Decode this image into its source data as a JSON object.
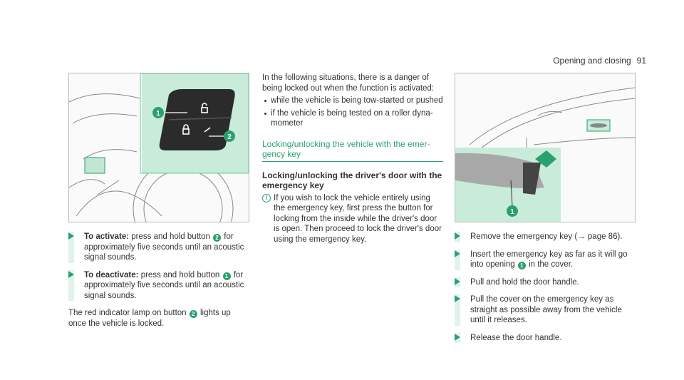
{
  "header": {
    "title": "Opening and closing",
    "page": "91"
  },
  "col1": {
    "bullets": [
      {
        "lead": "To activate:",
        "text_a": "press and hold button ",
        "badge": "2",
        "text_b": "for approximately five seconds until an acoustic signal sounds."
      },
      {
        "lead": "To deactivate:",
        "text_a": "press and hold button ",
        "badge": "1",
        "text_b": "for approximately five seconds until an acoustic signal sounds."
      }
    ],
    "para_a": "The red indicator lamp on button ",
    "para_badge": "2",
    "para_b": " lights up once the vehicle is locked."
  },
  "col2": {
    "intro": "In the following situations, there is a danger of being locked out when the function is activated:",
    "items": [
      "while the vehicle is being tow-started or pushed",
      "if the vehicle is being tested on a roller dyna­mometer"
    ],
    "green_heading": "Locking/unlocking the vehicle with the emer­gency key",
    "bold_heading": "Locking/unlocking the driver's door with the emergency key",
    "note": "If you wish to lock the vehicle entirely using the emergency key, first press the button for locking from the inside while the driver's door is open. Then proceed to lock the driver's door using the emergency key."
  },
  "col3": {
    "steps": [
      {
        "a": "Remove the emergency key (",
        "arrow": "→",
        "b": " page 86)."
      },
      {
        "a": "Insert the emergency key as far as it will go into opening ",
        "badge": "1",
        "b": " in the cover."
      },
      {
        "a": "Pull and hold the door handle."
      },
      {
        "a": "Pull the cover on the emergency key as straight as possible away from the vehicle until it releases."
      },
      {
        "a": "Release the door handle."
      }
    ]
  },
  "figures": {
    "fig1_labels": [
      "1",
      "2"
    ],
    "fig2_labels": [
      "1"
    ]
  },
  "colors": {
    "accent": "#2aa06d",
    "panel": "#c8ecd9",
    "dark": "#2a2a2a"
  }
}
